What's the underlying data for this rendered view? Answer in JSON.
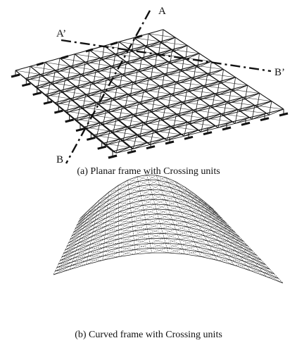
{
  "captions": {
    "planar": "(a) Planar frame with Crossing units",
    "curved": "(b) Curved frame with Crossing units"
  },
  "section_labels": {
    "a": "A",
    "a_prime": "A’",
    "b": "B",
    "b_prime": "B’"
  },
  "colors": {
    "line": "#111111",
    "light_line": "#333333"
  }
}
